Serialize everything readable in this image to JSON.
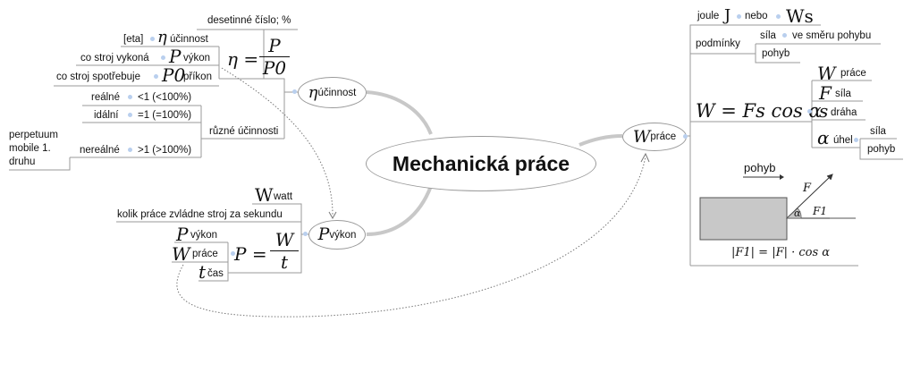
{
  "center": {
    "title": "Mechanická práce"
  },
  "ucinnost": {
    "symbol": "η",
    "label": "účinnost",
    "desc": "desetinné číslo; %",
    "eta_note": "[eta]",
    "eta_sym": "η",
    "eta_label": "účinnost",
    "eq_lhs": "η =",
    "eq_num": "P",
    "eq_den": "P0",
    "vykon_text": "co stroj vykoná",
    "vykon_sym": "P",
    "vykon_label": "výkon",
    "prikon_text": "co stroj spotřebuje",
    "prikon_sym": "P0",
    "prikon_label": "příkon",
    "ruzne": "různé účinnosti",
    "realne": "reálné",
    "realne_val": "<1 (<100%)",
    "idalni": "idální",
    "idalni_val": "=1 (=100%)",
    "nerealne": "nereálné",
    "nerealne_val": ">1 (>100%)",
    "perpetuum": "perpetuum mobile 1. druhu"
  },
  "vykon": {
    "symbol": "P",
    "label": "výkon",
    "watt_sym": "W",
    "watt_label": "watt",
    "desc": "kolik práce zvládne stroj za sekundu",
    "eq_lhs": "P =",
    "eq_num": "W",
    "eq_den": "t",
    "p_sym": "P",
    "p_label": "výkon",
    "w_sym": "W",
    "w_label": "práce",
    "t_sym": "t",
    "t_label": "čas"
  },
  "prace": {
    "symbol": "W",
    "label": "práce",
    "joule": "joule",
    "joule_sym": "J",
    "nebo": "nebo",
    "ws_sym": "Ws",
    "podminky": "podmínky",
    "sila": "síla",
    "ve_smeru": "ve směru pohybu",
    "pohyb": "pohyb",
    "eq": "W = Fs cos α",
    "w_sym": "W",
    "w_label": "práce",
    "f_sym": "F",
    "f_label": "síla",
    "s_sym": "s",
    "s_label": "dráha",
    "a_sym": "α",
    "a_label": "úhel",
    "a_sila": "síla",
    "a_pohyb": "pohyb",
    "figure": {
      "motion_label": "pohyb",
      "f_label": "F",
      "f1_label": "F1",
      "alpha": "α",
      "formula": "|F1| = |F| · cos α"
    }
  },
  "colors": {
    "line": "#9a9a9a",
    "thick": "#c8c8c8",
    "dot": "#b9cfee",
    "box": "#c8c8c8"
  }
}
